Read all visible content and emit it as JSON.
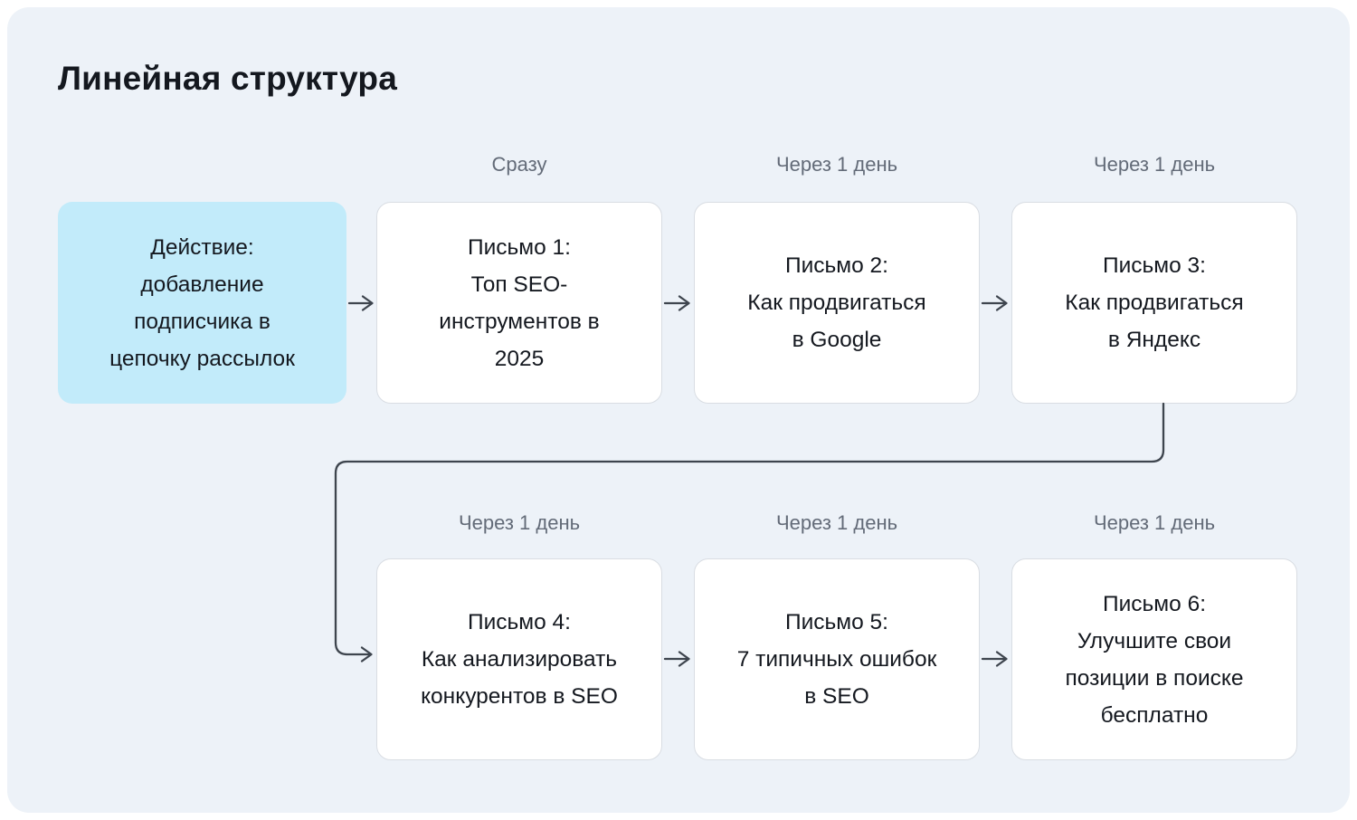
{
  "colors": {
    "page-bg": "#ffffff",
    "canvas-bg": "#edf2f8",
    "action-box-bg": "#c2ebfa",
    "card-bg": "#ffffff",
    "card-border": "#d9dde3",
    "text-primary": "#14181f",
    "text-secondary": "#636b78",
    "connector": "#3e454e"
  },
  "title": "Линейная структура",
  "flow": {
    "action": {
      "text": "Действие:\nдобавление\nподписчика в\nцепочку рассылок"
    },
    "row1": [
      {
        "delay": "Сразу",
        "text": "Письмо 1:\nТоп SEO-\nинструментов в\n2025"
      },
      {
        "delay": "Через 1 день",
        "text": "Письмо 2:\nКак продвигаться\nв Google"
      },
      {
        "delay": "Через 1 день",
        "text": "Письмо 3:\nКак продвигаться\nв Яндекс"
      }
    ],
    "row2": [
      {
        "delay": "Через 1 день",
        "text": "Письмо 4:\nКак анализировать\nконкурентов в SEO"
      },
      {
        "delay": "Через 1 день",
        "text": "Письмо 5:\n7 типичных ошибок\nв SEO"
      },
      {
        "delay": "Через 1 день",
        "text": "Письмо 6:\nУлучшите свои\nпозиции в поиске\nбесплатно"
      }
    ]
  }
}
